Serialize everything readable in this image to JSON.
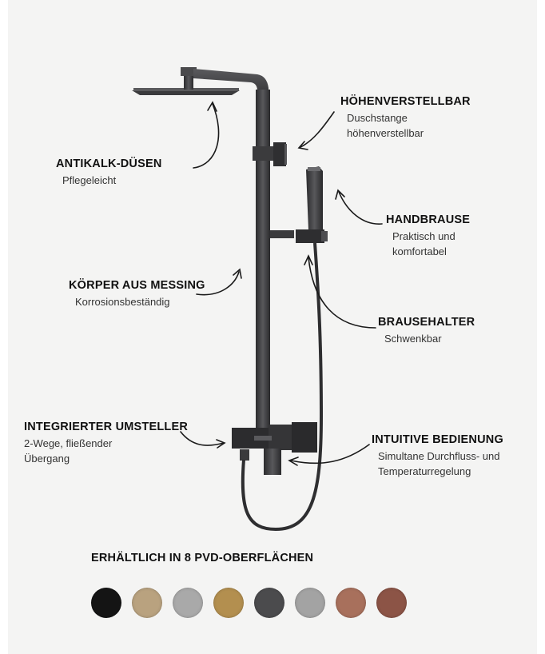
{
  "features": {
    "hoehenverstellbar": {
      "title": "HÖHENVERSTELLBAR",
      "desc": [
        "Duschstange",
        "höhenverstellbar"
      ]
    },
    "antikalk": {
      "title": "ANTIKALK-DÜSEN",
      "desc": [
        "Pflegeleicht"
      ]
    },
    "handbrause": {
      "title": "HANDBRAUSE",
      "desc": [
        "Praktisch und",
        "komfortabel"
      ]
    },
    "koerper": {
      "title": "KÖRPER AUS MESSING",
      "desc": [
        "Korrosionsbeständig"
      ]
    },
    "brausehalter": {
      "title": "BRAUSEHALTER",
      "desc": [
        "Schwenkbar"
      ]
    },
    "umsteller": {
      "title": "INTEGRIERTER UMSTELLER",
      "desc": [
        "2-Wege, fließender",
        "Übergang"
      ]
    },
    "bedienung": {
      "title": "INTUITIVE BEDIENUNG",
      "desc": [
        "Simultane Durchfluss- und",
        "Temperaturregelung"
      ]
    }
  },
  "availability": {
    "title": "ERHÄLTLICH IN 8 PVD-OBERFLÄCHEN",
    "swatches": [
      {
        "name": "finish-black",
        "color": "#141414"
      },
      {
        "name": "finish-brushed-gold",
        "color": "#b9a27f"
      },
      {
        "name": "finish-brushed-steel",
        "color": "#a9a9a9"
      },
      {
        "name": "finish-gold",
        "color": "#b38f4f"
      },
      {
        "name": "finish-gunmetal",
        "color": "#4b4b4d"
      },
      {
        "name": "finish-chrome",
        "color": "#a3a3a3"
      },
      {
        "name": "finish-rose-gold",
        "color": "#a8705c"
      },
      {
        "name": "finish-copper",
        "color": "#8c5446"
      }
    ]
  }
}
